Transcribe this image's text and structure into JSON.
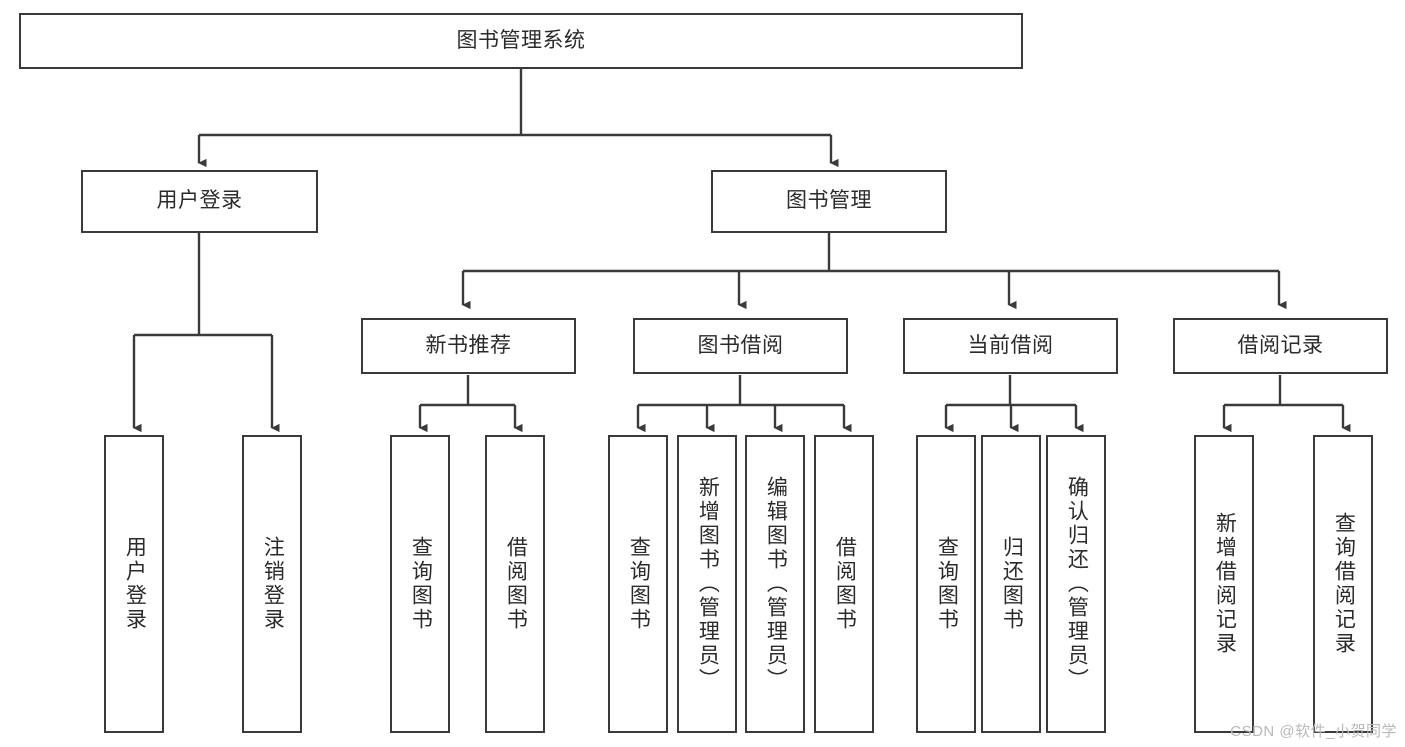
{
  "diagram": {
    "title": "图书管理系统",
    "type": "tree",
    "root": {
      "label": "图书管理系统"
    },
    "level2": [
      {
        "label": "用户登录"
      },
      {
        "label": "图书管理"
      }
    ],
    "level3": [
      {
        "label": "新书推荐"
      },
      {
        "label": "图书借阅"
      },
      {
        "label": "当前借阅"
      },
      {
        "label": "借阅记录"
      }
    ],
    "leaves": {
      "user_login": [
        {
          "label": "用户登录"
        },
        {
          "label": "注销登录"
        }
      ],
      "new_book_recommend": [
        {
          "label": "查询图书"
        },
        {
          "label": "借阅图书"
        }
      ],
      "book_borrow": [
        {
          "label": "查询图书"
        },
        {
          "label": "新增图书（管理员）"
        },
        {
          "label": "编辑图书（管理员）"
        },
        {
          "label": "借阅图书"
        }
      ],
      "current_borrow": [
        {
          "label": "查询图书"
        },
        {
          "label": "归还图书"
        },
        {
          "label": "确认归还（管理员）"
        }
      ],
      "borrow_record": [
        {
          "label": "新增借阅记录"
        },
        {
          "label": "查询借阅记录"
        }
      ]
    }
  },
  "watermark": {
    "text": "CSDN @软件_小贺同学"
  },
  "colors": {
    "stroke": "#3a3a3a",
    "text": "#2b2b2b",
    "background": "#ffffff",
    "watermark": "#b9b9b9"
  }
}
